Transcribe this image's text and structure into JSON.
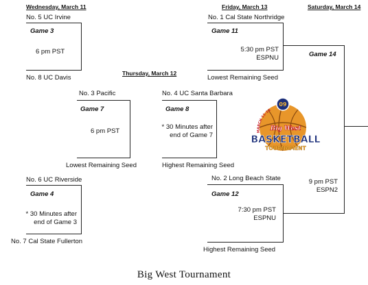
{
  "days": {
    "wed": "Wednesday, March 11",
    "thu": "Thursday, March 12",
    "fri": "Friday, March 13",
    "sat": "Saturday, March 14"
  },
  "games": {
    "g3": {
      "title": "Game 3",
      "time": "6 pm PST",
      "top": "No. 5 UC Irvine",
      "bottom": "No. 8 UC Davis"
    },
    "g4": {
      "title": "Game 4",
      "time_line1": "* 30 Minutes after",
      "time_line2": "end of Game 3",
      "top": "No. 6  UC Riverside",
      "bottom": "No. 7 Cal State Fullerton"
    },
    "g7": {
      "title": "Game 7",
      "time": "6 pm PST",
      "top": "No. 3 Pacific",
      "bottom": "Lowest Remaining Seed"
    },
    "g8": {
      "title": "Game 8",
      "time_line1": "* 30 Minutes after",
      "time_line2": "end of Game 7",
      "top": "No. 4 UC Santa Barbara",
      "bottom": "Highest Remaining Seed"
    },
    "g11": {
      "title": "Game 11",
      "time_line1": "5:30 pm PST",
      "time_line2": "ESPNU",
      "top": "No. 1 Cal State Northridge",
      "bottom": "Lowest Remaining Seed"
    },
    "g12": {
      "title": "Game 12",
      "time_line1": "7:30 pm PST",
      "time_line2": "ESPNU",
      "top": "No. 2  Long Beach State",
      "bottom": "Highest Remaining Seed"
    },
    "g14": {
      "title": "Game 14",
      "time_line1": "9 pm PST",
      "time_line2": "ESPN2"
    }
  },
  "logo": {
    "arc_text": "MARCH 11-14",
    "script_text": "Big West",
    "main_text": "BASKETBALL",
    "sub_text": "TOURNAMENT",
    "badge_text": "09",
    "colors": {
      "ball": "#e8962a",
      "navy": "#1b2f7a",
      "red": "#c8202f",
      "gold": "#f2b233"
    }
  },
  "caption": "Big West Tournament"
}
